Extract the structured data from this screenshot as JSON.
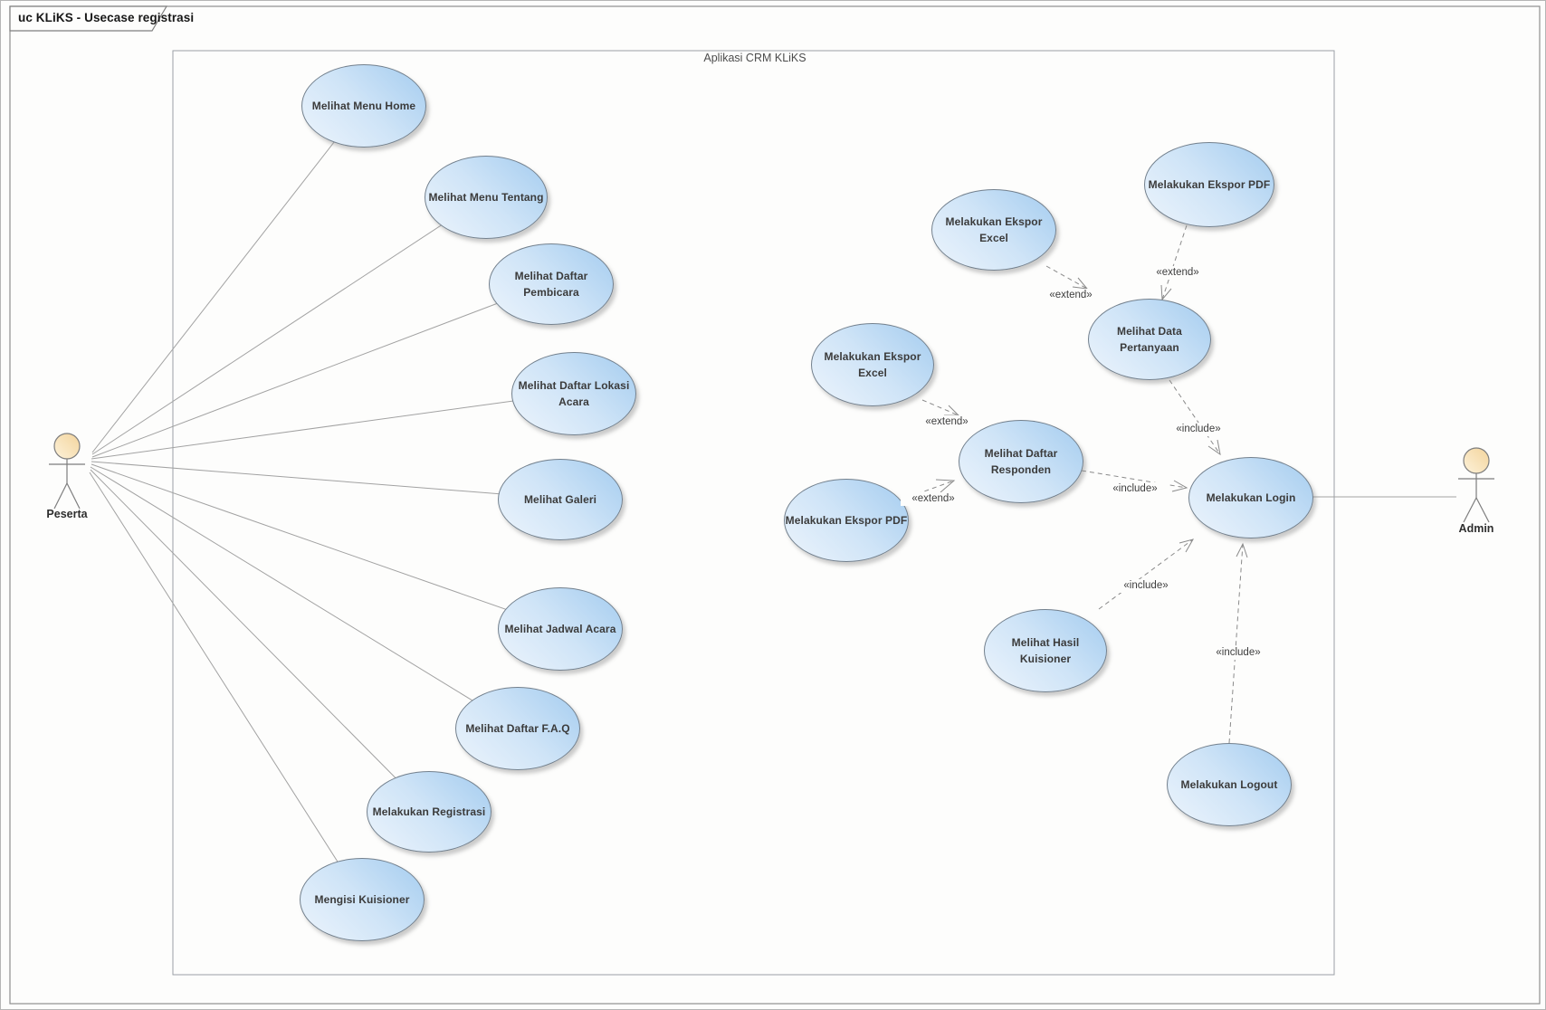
{
  "frame": {
    "title": "uc KLiKS - Usecase registrasi"
  },
  "system": {
    "label": "Aplikasi CRM KLiKS"
  },
  "actors": {
    "peserta": {
      "label": "Peserta"
    },
    "admin": {
      "label": "Admin"
    }
  },
  "usecases": {
    "menu_home": "Melihat Menu Home",
    "menu_tentang": "Melihat Menu Tentang",
    "daftar_pembicara": "Melihat Daftar\nPembicara",
    "daftar_lokasi_acara": "Melihat Daftar Lokasi\nAcara",
    "galeri": "Melihat Galeri",
    "jadwal_acara": "Melihat Jadwal Acara",
    "daftar_faq": "Melihat Daftar F.A.Q",
    "registrasi": "Melakukan Registrasi",
    "mengisi_kuisioner": "Mengisi Kuisioner",
    "ekspor_pdf_pertanyaan": "Melakukan Ekspor PDF",
    "ekspor_excel_pertanyaan": "Melakukan Ekspor\nExcel",
    "data_pertanyaan": "Melihat Data\nPertanyaan",
    "ekspor_excel_responden": "Melakukan Ekspor\nExcel",
    "daftar_responden": "Melihat Daftar\nResponden",
    "ekspor_pdf_responden": "Melakukan Ekspor PDF",
    "login": "Melakukan Login",
    "hasil_kuisioner": "Melihat Hasil Kuisioner",
    "logout": "Melakukan Logout"
  },
  "connectors": {
    "extend": "«extend»",
    "include": "«include»"
  },
  "colors": {
    "ellipse_gradient_light": "#ecf4fc",
    "ellipse_gradient_dark": "#a4ccef",
    "ellipse_border": "#73808d",
    "actor_head": "#f9e3b3",
    "line": "#9d9d9d",
    "text": "#3b3b3b"
  }
}
